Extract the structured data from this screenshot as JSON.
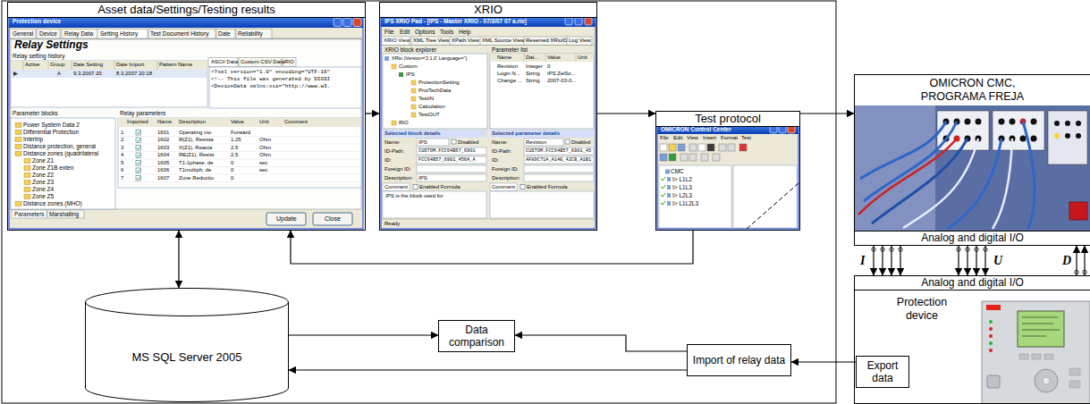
{
  "diagram": {
    "nodes": [
      {
        "text": [
          "Asset data/Settings/Testing results"
        ]
      },
      {
        "text": [
          "XRIO"
        ]
      },
      {
        "text": [
          "Test protocol"
        ]
      },
      {
        "text": [
          "OMICRON CMC, PROGRAMA FREJA"
        ]
      },
      {
        "text": [
          "Analog and digital I/O"
        ],
        "in": 3
      },
      {
        "text": [
          "Protection device"
        ]
      },
      {
        "text": [
          "Analog and digital I/O"
        ],
        "in": 5
      },
      {
        "text": [
          "Export data"
        ],
        "in": 5
      },
      {
        "text": [
          "MS SQL Server 2005"
        ]
      },
      {
        "text": [
          "Data comparison"
        ]
      },
      {
        "text": [
          "Import of relay data"
        ]
      }
    ],
    "edges": [
      {
        "from": 0,
        "to": 1,
        "arrow": "to"
      },
      {
        "from": 1,
        "to": 2,
        "arrow": "to"
      },
      {
        "from": 2,
        "to": 3,
        "arrow": "to"
      },
      {
        "from": 0,
        "to": 8,
        "arrow": "both"
      },
      {
        "from": 2,
        "to": 0,
        "arrow": "to"
      },
      {
        "from": 4,
        "to": 6,
        "arrow": "to",
        "label": "I"
      },
      {
        "from": 4,
        "to": 6,
        "arrow": "to"
      },
      {
        "from": 4,
        "to": 6,
        "arrow": "to"
      },
      {
        "from": 4,
        "to": 6,
        "arrow": "to"
      },
      {
        "from": 4,
        "to": 6,
        "arrow": "to"
      },
      {
        "from": 4,
        "to": 6,
        "arrow": "to"
      },
      {
        "from": 4,
        "to": 6,
        "arrow": "to"
      },
      {
        "from": 4,
        "to": 6,
        "arrow": "to",
        "label": "U"
      },
      {
        "from": 6,
        "to": 4,
        "arrow": "to",
        "label": "D"
      },
      {
        "from": 6,
        "to": 4,
        "arrow": "to"
      },
      {
        "from": 7,
        "to": 10,
        "arrow": "to"
      },
      {
        "from": 10,
        "to": 9,
        "arrow": "to"
      },
      {
        "from": 10,
        "to": 8,
        "arrow": "to"
      },
      {
        "from": 8,
        "to": 9,
        "arrow": "to"
      }
    ],
    "labels": [
      "Protection device",
      "General",
      "Device",
      "Relay Data",
      "Setting History",
      "Test Document History",
      "Date",
      "Reliability",
      "Relay Settings",
      "Relay setting history",
      "Active",
      "Group",
      "Date Setting",
      "Date Import",
      "Pattern Name",
      "A",
      "9.3.2007 20",
      "8.3.2007 20:18",
      "ASCII Data",
      "Custom CSV Data",
      "RIO",
      "<?xml version=\"1.0\" encoding=\"UTF-16\"",
      "<!-- This file was generated by DIGSI",
      "<DeviceData xmlns:xsi=\"http://www.w3.",
      "Parameter blocks",
      "Relay parameters",
      "Power System Data 2",
      "Differential Protection",
      "Intertrip",
      "Distance protection, general",
      "Distance zones (quadrilateral",
      "Zone Z1",
      "Zone Z1B exten",
      "Zone Z2",
      "Zone Z3",
      "Zone Z4",
      "Zone Z5",
      "Distance zones (MHO)",
      "Imported",
      "Name",
      "Description",
      "Value",
      "Unit",
      "Comment",
      "1",
      "1601",
      "Operating mo",
      "Forward",
      "2",
      "1602",
      "R(Z1), Resista",
      "1.25",
      "Ohm",
      "3",
      "1603",
      "X(Z1), Reacta",
      "2.5",
      "Ohm",
      "4",
      "1604",
      "RE(Z1), Resist",
      "2.5",
      "Ohm",
      "5",
      "1605",
      "T1-1phase, de",
      "0",
      "sec",
      "6",
      "1606",
      "T1multiph, de",
      "0",
      "sec",
      "7",
      "1607",
      "Zone Reductio",
      "0",
      "Parameters",
      "Marshalling",
      "Update",
      "Close",
      "IPS XRIO Pad - [IPS - Master XRIO - 07/3/07 07 a.rio]",
      "File",
      "Edit",
      "Options",
      "Tools",
      "Help",
      "XRIO View",
      "XML Tree View",
      "XPath View",
      "XML Source View",
      "Reserved XRioID",
      "Log View",
      "XRIO block explorer",
      "Parameter list",
      "XRio (Version='2.1.0' Language='')",
      "Custom",
      "IPS",
      "ProtectionSetting",
      "ProtTechData",
      "TestIN",
      "Calculation",
      "TestOUT",
      "RIO",
      "Name",
      "Dat...",
      "Value",
      "Unit",
      "Revision",
      "Integer",
      "0",
      "Login N...",
      "String",
      "IPS.ZelSc...",
      "Change ...",
      "String",
      "2007-03-0...",
      "Selected block details",
      "Selected parameter details",
      "Name:",
      "IPS",
      "Disabled",
      "ID-Path:",
      "CUSTOM.FCC64B57_6901",
      "ID:",
      "FCC64B57_6901_456A_A",
      "Foreign ID:",
      "Description:",
      "IPS",
      "Name:",
      "Revision",
      "Disabled",
      "ID-Path:",
      "CUSTOM.FCC64B57_6901_45",
      "ID:",
      "AF89C71A_A14E_42CB_A1B1",
      "Foreign ID:",
      "Description:",
      "Comment",
      "Enabled Formula",
      "Comment",
      "Enabled Formula",
      "IPS is the block used for",
      "Ready",
      "OMICRON Control Center",
      "File",
      "Edit",
      "View",
      "Insert",
      "Format",
      "Test",
      "CMC",
      "I> L1L2",
      "I> L1L3",
      "I> L2L3",
      "I> L1L2L3"
    ]
  }
}
